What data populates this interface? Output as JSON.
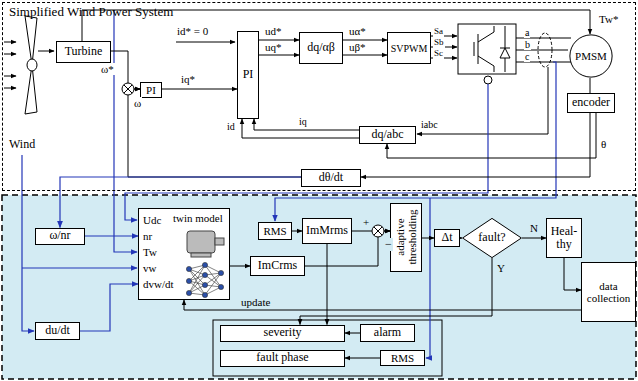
{
  "diagram": {
    "nodes": [
      {
        "text": [
          "Simplified Wind Power System"
        ]
      },
      {
        "text": [
          "Turbine"
        ],
        "in": 0
      },
      {
        "text": [
          "PI"
        ],
        "in": 0
      },
      {
        "text": [
          "PI"
        ],
        "in": 0
      },
      {
        "text": [
          "dq/αβ"
        ],
        "in": 0
      },
      {
        "text": [
          "SVPWM"
        ],
        "in": 0
      },
      {
        "text": [
          "PMSM"
        ],
        "in": 0
      },
      {
        "text": [
          "encoder"
        ],
        "in": 0
      },
      {
        "text": [
          "dq/abc"
        ],
        "in": 0
      },
      {
        "text": [
          "dθ/dt"
        ],
        "in": 0
      },
      {
        "text": [
          "ω/nr"
        ]
      },
      {
        "text": [
          "du/dt"
        ]
      },
      {
        "text": [
          "Udc",
          "nr",
          "Tw",
          "vw",
          "dvw/dt",
          "twin model"
        ]
      },
      {
        "text": [
          "RMS"
        ]
      },
      {
        "text": [
          "ImMrms"
        ]
      },
      {
        "text": [
          "ImCrms"
        ]
      },
      {
        "text": [
          "adaptive thresholding"
        ]
      },
      {
        "text": [
          "Δt"
        ]
      },
      {
        "text": [
          "fault?"
        ]
      },
      {
        "text": [
          "Heal-thy"
        ]
      },
      {
        "text": [
          "data collection"
        ]
      },
      {
        "text": [
          "severity"
        ]
      },
      {
        "text": [
          "alarm"
        ]
      },
      {
        "text": [
          "fault phase"
        ]
      },
      {
        "text": [
          "RMS"
        ]
      }
    ],
    "edges": [
      {
        "from": 2,
        "to": 3,
        "arrow": "to"
      },
      {
        "from": 3,
        "to": 4,
        "arrow": "to"
      },
      {
        "from": 3,
        "to": 4,
        "arrow": "to"
      },
      {
        "from": 4,
        "to": 5,
        "arrow": "to"
      },
      {
        "from": 4,
        "to": 5,
        "arrow": "to"
      },
      {
        "from": 6,
        "to": 7,
        "arrow": "none"
      },
      {
        "from": 8,
        "to": 3,
        "arrow": "to"
      },
      {
        "from": 8,
        "to": 3,
        "arrow": "to"
      },
      {
        "from": 1,
        "to": 2,
        "arrow": "to"
      },
      {
        "from": 9,
        "to": 2,
        "arrow": "to"
      },
      {
        "from": 1,
        "to": 6,
        "arrow": "to"
      },
      {
        "from": 7,
        "to": 9,
        "arrow": "to"
      },
      {
        "from": 7,
        "to": 8,
        "arrow": "to"
      },
      {
        "from": 9,
        "to": 10,
        "arrow": "to"
      },
      {
        "from": 10,
        "to": 12,
        "arrow": "to"
      },
      {
        "from": 11,
        "to": 12,
        "arrow": "to"
      },
      {
        "from": 12,
        "to": 15,
        "arrow": "to"
      },
      {
        "from": 13,
        "to": 14,
        "arrow": "to"
      },
      {
        "from": 14,
        "to": 16,
        "arrow": "to"
      },
      {
        "from": 15,
        "to": 16,
        "arrow": "to"
      },
      {
        "from": 16,
        "to": 17,
        "arrow": "to"
      },
      {
        "from": 17,
        "to": 18,
        "arrow": "to"
      },
      {
        "from": 18,
        "to": 19,
        "arrow": "to"
      },
      {
        "from": 19,
        "to": 20,
        "arrow": "to"
      },
      {
        "from": 20,
        "to": 12,
        "arrow": "to"
      },
      {
        "from": 18,
        "to": 21,
        "arrow": "to"
      },
      {
        "from": 22,
        "to": 21,
        "arrow": "to"
      },
      {
        "from": 24,
        "to": 23,
        "arrow": "to"
      },
      {
        "from": 14,
        "to": 21,
        "arrow": "to"
      }
    ],
    "labels": [
      "Wind",
      "ω*",
      "ω",
      "id* = 0",
      "iq*",
      "ud*",
      "uq*",
      "uα*",
      "uβ*",
      "Sa",
      "Sb",
      "Sc",
      "a",
      "b",
      "c",
      "Tw*",
      "iq",
      "id",
      "iabc",
      "θ",
      "+",
      "−",
      "N",
      "Y",
      "update"
    ]
  }
}
